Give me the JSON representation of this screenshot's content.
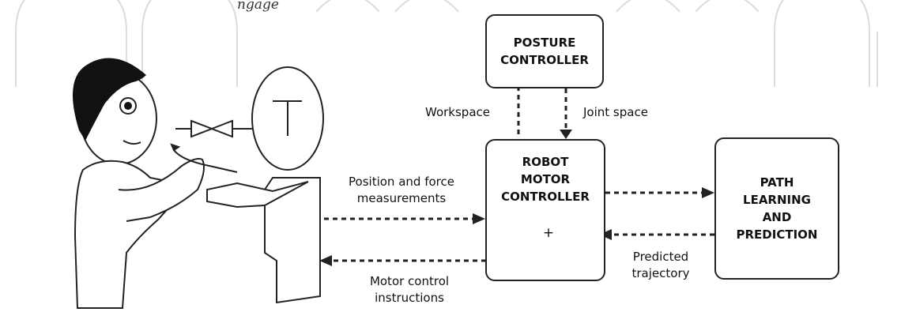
{
  "heading_fragment": "ngage",
  "boxes": {
    "posture": [
      "POSTURE",
      "CONTROLLER"
    ],
    "robot_motor": [
      "ROBOT",
      "MOTOR",
      "CONTROLLER"
    ],
    "path": [
      "PATH",
      "LEARNING",
      "AND",
      "PREDICTION"
    ]
  },
  "labels": {
    "workspace": "Workspace",
    "joint_space": "Joint space",
    "position_force": [
      "Position and force",
      "measurements"
    ],
    "motor_control": [
      "Motor control",
      "instructions"
    ],
    "predicted": [
      "Predicted",
      "trajectory"
    ],
    "summing_symbol": "+"
  },
  "colors": {
    "stroke": "#222222",
    "background": "#ffffff",
    "watermark": "#dddddd"
  }
}
